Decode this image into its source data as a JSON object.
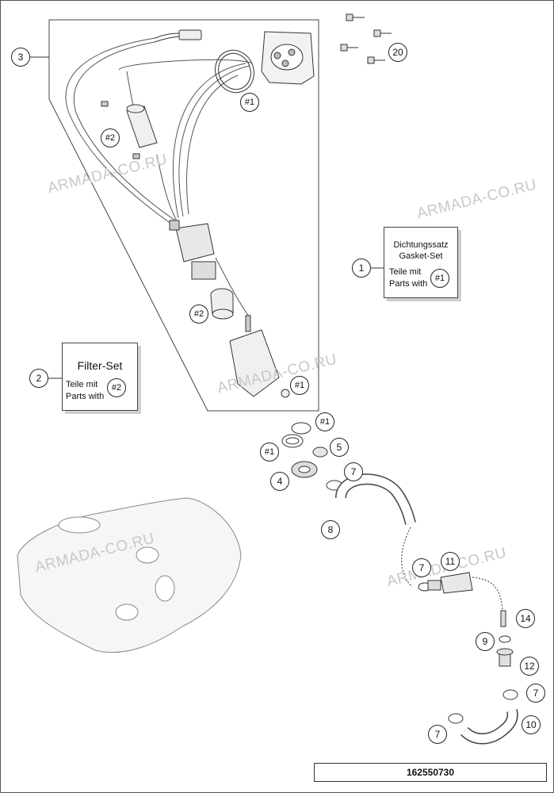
{
  "watermarks": [
    "ARMADA-CO.RU",
    "ARMADA-CO.RU",
    "ARMADA-CO.RU",
    "ARMADA-CO.RU",
    "ARMADA-CO.RU"
  ],
  "gasket_box": {
    "line1": "Dichtungssatz",
    "line2": "Gasket-Set",
    "line3": "Teile mit",
    "line4": "Parts with",
    "ref": "#1"
  },
  "filter_box": {
    "title": "Filter-Set",
    "line1": "Teile mit",
    "line2": "Parts with",
    "ref": "#2"
  },
  "callouts": [
    "3",
    "#1",
    "20",
    "#2",
    "1",
    "#2",
    "2",
    "#1",
    "#1",
    "#1",
    "5",
    "4",
    "7",
    "8",
    "7",
    "11",
    "14",
    "9",
    "12",
    "7",
    "7",
    "10"
  ],
  "diagram_code": "162550730"
}
